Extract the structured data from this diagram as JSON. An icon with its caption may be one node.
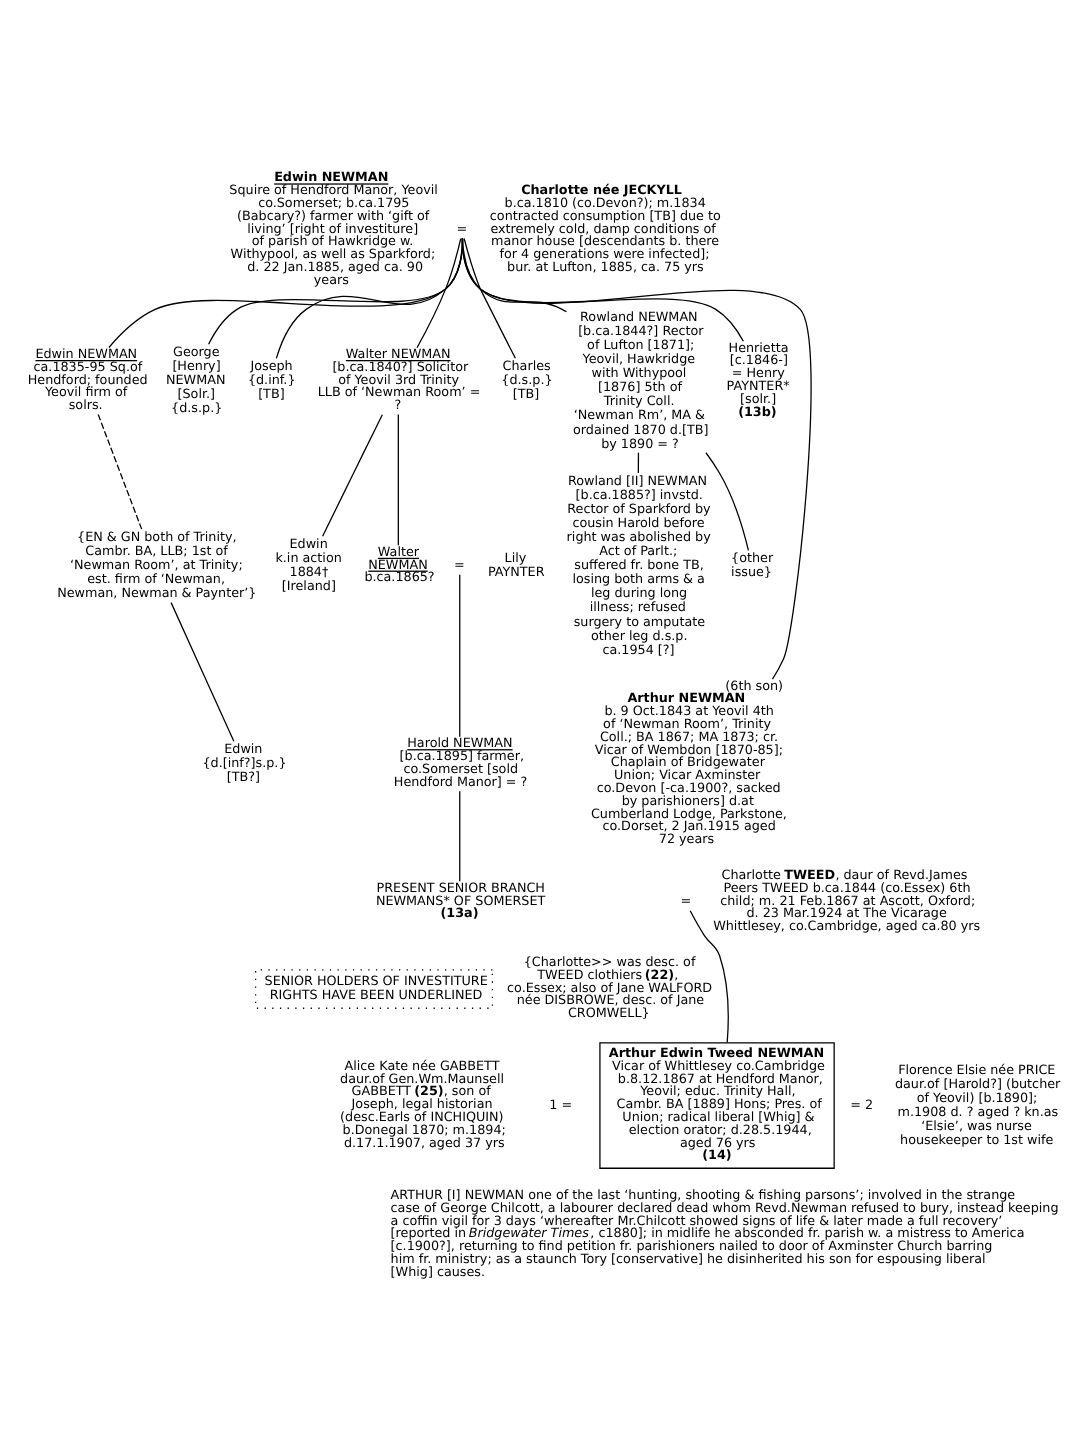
{
  "diagram": {
    "nodes": [
      {
        "text": [
          "Edwin NEWMAN",
          "Squire of Hendford Manor, Yeovil co.Somerset; b.ca.1795 (Babcary?) farmer with ‘gift of living’ [right of investiture] of parish of Hawkridge w. Withypool, as well as Sparkford; d. 22 Jan.1885, aged ca. 90 years"
        ]
      },
      {
        "text": [
          "="
        ]
      },
      {
        "text": [
          "Charlotte née JECKYLL",
          "b.ca.1810 (co.Devon?); m.1834 contracted consumption [TB] due to extremely cold, damp conditions of manor house [descendants b. there for 4 generations were infected]; bur. at Lufton, 1885, ca. 75 yrs"
        ]
      },
      {
        "text": [
          "Edwin NEWMAN",
          "ca.1835-95 Sq.of Hendford; founded Yeovil firm of solrs."
        ]
      },
      {
        "text": [
          "George [Henry] NEWMAN",
          "[Solr.] {d.s.p.}"
        ]
      },
      {
        "text": [
          "Joseph",
          "{d.inf.} [TB]"
        ]
      },
      {
        "text": [
          "Walter NEWMAN",
          "[b.ca.1840?] Solicitor of Yeovil 3rd Trinity LLB of ‘Newman Room’ = ?"
        ]
      },
      {
        "text": [
          "Charles",
          "{d.s.p.} [TB]"
        ]
      },
      {
        "text": [
          "Rowland NEWMAN",
          "[b.ca.1844?] Rector of Lufton [1871]; Yeovil, Hawkridge with Withypool [1876] 5th of Trinity Coll. ‘Newman Rm’, MA & ordained 1870 d.[TB] by 1890 = ?"
        ]
      },
      {
        "text": [
          "Henrietta",
          "[c.1846-] = Henry PAYNTER* [solr.]",
          "(13b)"
        ]
      },
      {
        "text": [
          "{EN & GN both of Trinity, Cambr. BA, LLB; 1st of ‘Newman Room’, at Trinity; est. firm of ‘Newman, Newman, Newman & Paynter’}"
        ]
      },
      {
        "text": [
          "Edwin",
          "{d.[inf?]s.p.} [TB?]"
        ]
      },
      {
        "text": [
          "Edwin",
          "k.in action 1884† [Ireland]"
        ]
      },
      {
        "text": [
          "Walter NEWMAN",
          "b.ca.1865?"
        ]
      },
      {
        "text": [
          "="
        ]
      },
      {
        "text": [
          "Lily PAYNTER"
        ]
      },
      {
        "text": [
          "Harold NEWMAN",
          "[b.ca.1895] farmer, co.Somerset [sold Hendford Manor] = ?"
        ]
      },
      {
        "text": [
          "PRESENT SENIOR BRANCH NEWMANS* OF SOMERSET",
          "(13a)"
        ]
      },
      {
        "text": [
          "Rowland [II] NEWMAN",
          "[b.ca.1885?] invstd. Rector of Sparkford by cousin Harold before right was abolished by Act of Parlt.; suffered fr. bone TB, losing both arms & a leg during long illness; refused surgery to amputate other leg d.s.p. ca.1954 [?]"
        ]
      },
      {
        "text": [
          "{other issue}"
        ]
      },
      {
        "text": [
          "Arthur NEWMAN",
          "b. 9 Oct.1843 at Yeovil 4th of ‘Newman Room’, Trinity Coll.; BA 1867; MA 1873; cr. Vicar of Wembdon [1870-85]; Chaplain of Bridgewater Union; Vicar Axminster co.Devon [-ca.1900?, sacked by parishioners] d.at Cumberland Lodge, Parkstone, co.Dorset, 2 Jan.1915 aged 72 years"
        ],
        "beside": [
          "(6th son)"
        ]
      },
      {
        "text": [
          "="
        ]
      },
      {
        "text": [
          "Charlotte **TWEED**, daur of Revd.James Peers TWEED b.ca.1844 (co.Essex) 6th child; m. 21 Feb.1867 at Ascott, Oxford; d. 23 Mar.1924 at The Vicarage Whittlesey, co.Cambridge, aged ca.80 yrs"
        ]
      },
      {
        "text": [
          "SENIOR HOLDERS OF INVESTITURE RIGHTS HAVE BEEN UNDERLINED"
        ]
      },
      {
        "text": [
          "Alice Kate née GABBETT",
          "daur.of Gen.Wm.Maunsell GABBETT **(25)**, son of Joseph, legal historian (desc.Earls of INCHIQUIN) b.Donegal 1870; m.1894; d.17.1.1907, aged 37 yrs"
        ]
      },
      {
        "text": [
          "Arthur Edwin Tweed NEWMAN",
          "Vicar of Whittlesey co.Cambridge b.8.12.1867 at Hendford Manor, Yeovil; educ. Trinity Hall, Cambr. BA [1889] Hons; Pres. of Union; radical liberal [Whig] & election orator; d.28.5.1944, aged 76 yrs",
          "(14)"
        ]
      },
      {
        "text": [
          "Florence Elsie née PRICE",
          "daur.of [Harold?] (butcher of Yeovil) [b.1890]; m.1908 d. ? aged ? kn.as ‘Elsie’, was nurse housekeeper to 1st wife"
        ]
      }
    ],
    "edges": [
      {
        "from": 1,
        "to": 3,
        "arrow": "none"
      },
      {
        "from": 1,
        "to": 4,
        "arrow": "none"
      },
      {
        "from": 1,
        "to": 5,
        "arrow": "none"
      },
      {
        "from": 1,
        "to": 6,
        "arrow": "none"
      },
      {
        "from": 1,
        "to": 7,
        "arrow": "none"
      },
      {
        "from": 1,
        "to": 20,
        "arrow": "none"
      },
      {
        "from": 1,
        "to": 8,
        "arrow": "none"
      },
      {
        "from": 1,
        "to": 9,
        "arrow": "none"
      },
      {
        "from": 3,
        "to": 10,
        "arrow": "none",
        "style": "dashed"
      },
      {
        "from": 10,
        "to": 11,
        "arrow": "none"
      },
      {
        "from": 6,
        "to": 12,
        "arrow": "none"
      },
      {
        "from": 6,
        "to": 13,
        "arrow": "none"
      },
      {
        "from": 14,
        "to": 16,
        "arrow": "none"
      },
      {
        "from": 16,
        "to": 17,
        "arrow": "none"
      },
      {
        "from": 8,
        "to": 18,
        "arrow": "none"
      },
      {
        "from": 8,
        "to": 19,
        "arrow": "none"
      },
      {
        "from": 21,
        "to": 25,
        "arrow": "none"
      }
    ],
    "labels": [
      "{Charlotte>> was desc. of TWEED clothiers **(22)**, co.Essex; also of Jane WALFORD née DISBROWE, desc. of Jane CROMWELL}",
      "1 =",
      "= 2",
      "ARTHUR [I] NEWMAN one of the last ‘hunting, shooting & fishing parsons’; involved in the strange case of George Chilcott, a labourer declared dead whom Revd.Newman refused to bury, instead keeping a coffin vigil for 3 days ‘whereafter Mr.Chilcott showed signs of life & later made a full recovery’ [reported in *Bridgewater Times*, c1880]; in midlife he absconded fr. parish w. a mistress to America [c.1900?], returning to find petition fr. parishioners nailed to door of Axminster Church barring him fr. ministry; as a staunch Tory [conservative] he disinherited his son for espousing liberal [Whig] causes."
    ]
  }
}
